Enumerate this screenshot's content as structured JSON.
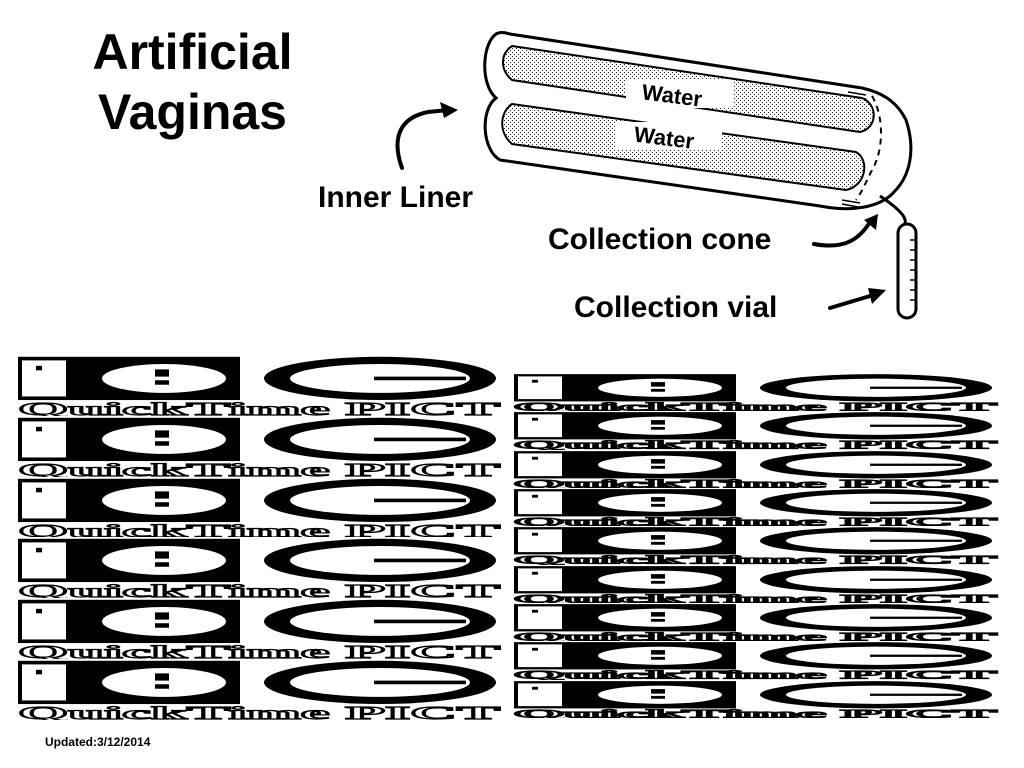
{
  "slide": {
    "title_line1": "Artificial",
    "title_line2": "Vaginas",
    "footer": "Updated:3/12/2014"
  },
  "diagram": {
    "water_label_top": "Water",
    "water_label_bottom": "Water",
    "inner_liner": "Inner Liner",
    "collection_cone": "Collection cone",
    "collection_vial": "Collection vial"
  },
  "placeholders": {
    "text": "QuickTime PICT",
    "left_count": 6,
    "right_count": 9
  }
}
